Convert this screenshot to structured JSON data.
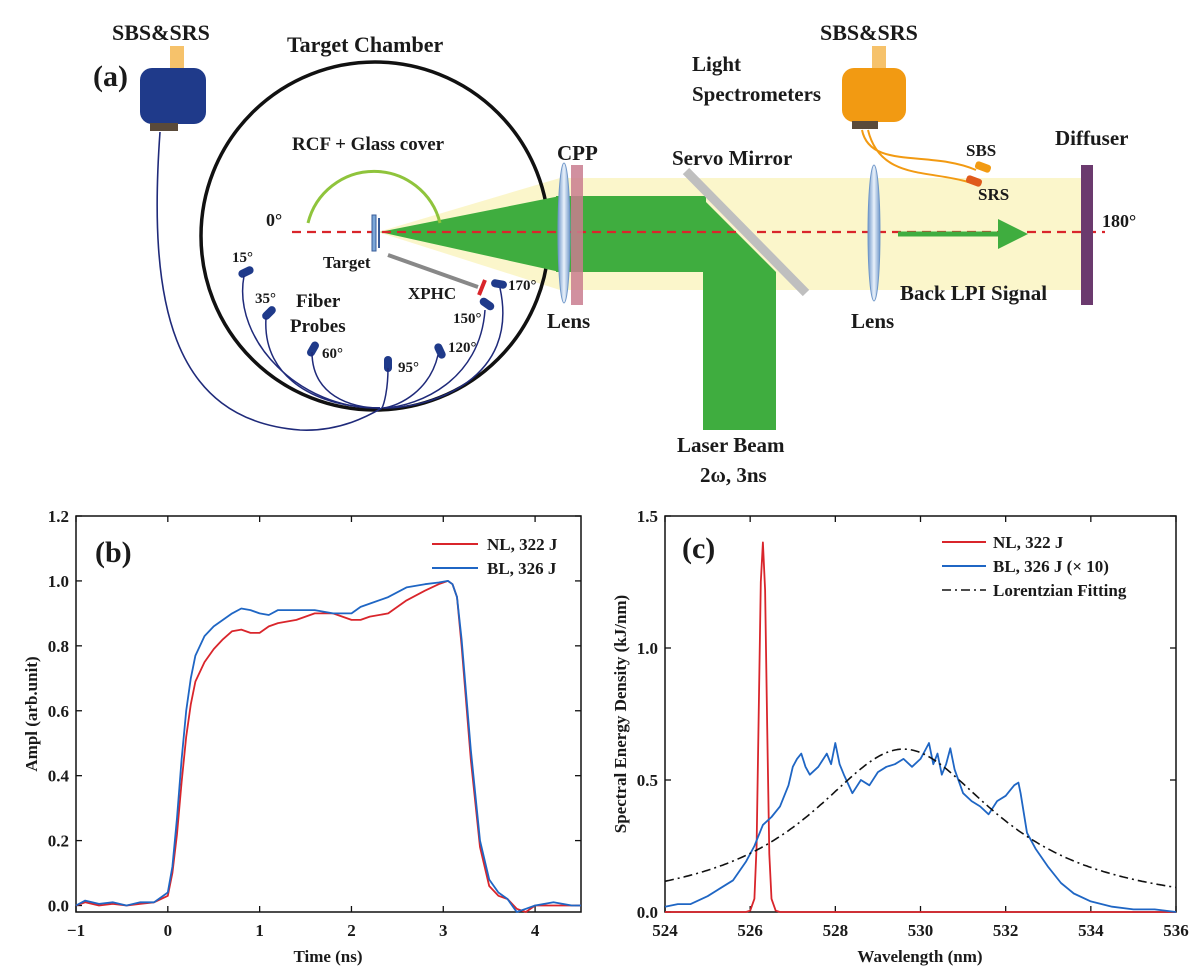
{
  "panel_a": {
    "label": "(a)",
    "sbs_srs_left": "SBS&SRS",
    "sbs_srs_right": "SBS&SRS",
    "target_chamber": "Target Chamber",
    "rcf_cover": "RCF + Glass cover",
    "angle_0": "0°",
    "angle_15": "15°",
    "angle_35": "35°",
    "angle_60": "60°",
    "angle_95": "95°",
    "angle_120": "120°",
    "angle_150": "150°",
    "angle_170": "170°",
    "angle_180": "180°",
    "target": "Target",
    "xphc": "XPHC",
    "fiber_probes_1": "Fiber",
    "fiber_probes_2": "Probes",
    "cpp": "CPP",
    "lens_left": "Lens",
    "lens_right": "Lens",
    "servo_mirror": "Servo Mirror",
    "light_spec_1": "Light",
    "light_spec_2": "Spectrometers",
    "sbs": "SBS",
    "srs": "SRS",
    "diffuser": "Diffuser",
    "back_lpi": "Back LPI Signal",
    "laser_beam_1": "Laser Beam",
    "laser_beam_2": "2ω, 3ns",
    "colors": {
      "beam_green": "#3fad3f",
      "halo": "#fbf6c8",
      "dashed_red": "#d9252b",
      "spectrometer_blue": "#1f3a8a",
      "spectrometer_orange": "#f29a12",
      "cpp_pink": "#c97c8f",
      "diffuser_purple": "#6b3a6e"
    }
  },
  "chart_data": [
    {
      "type": "line",
      "panel": "(b)",
      "xlabel": "Time (ns)",
      "ylabel": "Ampl (arb.unit)",
      "xlim": [
        -1,
        4.5
      ],
      "ylim": [
        -0.02,
        1.2
      ],
      "xticks": [
        -1,
        0,
        1,
        2,
        3,
        4
      ],
      "xtick_labels": [
        "−1",
        "0",
        "1",
        "2",
        "3",
        "4"
      ],
      "yticks": [
        0.0,
        0.2,
        0.4,
        0.6,
        0.8,
        1.0,
        1.2
      ],
      "ytick_labels": [
        "0.0",
        "0.2",
        "0.4",
        "0.6",
        "0.8",
        "1.0",
        "1.2"
      ],
      "legend_position": "top-right",
      "series": [
        {
          "name": "NL, 322 J",
          "color": "#d9252b",
          "x": [
            -1.0,
            -0.9,
            -0.75,
            -0.6,
            -0.45,
            -0.3,
            -0.15,
            0.0,
            0.05,
            0.1,
            0.15,
            0.2,
            0.25,
            0.3,
            0.4,
            0.5,
            0.6,
            0.7,
            0.8,
            0.9,
            1.0,
            1.1,
            1.2,
            1.4,
            1.6,
            1.8,
            2.0,
            2.1,
            2.2,
            2.4,
            2.6,
            2.8,
            2.95,
            3.05,
            3.1,
            3.15,
            3.2,
            3.3,
            3.4,
            3.5,
            3.6,
            3.7,
            3.8,
            3.9,
            4.0,
            4.2,
            4.4,
            4.5
          ],
          "y": [
            0.0,
            0.01,
            0.0,
            0.005,
            0.0,
            0.005,
            0.01,
            0.03,
            0.1,
            0.22,
            0.38,
            0.52,
            0.62,
            0.69,
            0.75,
            0.79,
            0.82,
            0.845,
            0.85,
            0.84,
            0.84,
            0.86,
            0.87,
            0.88,
            0.9,
            0.9,
            0.88,
            0.88,
            0.89,
            0.9,
            0.94,
            0.97,
            0.99,
            1.0,
            0.99,
            0.95,
            0.8,
            0.45,
            0.18,
            0.06,
            0.03,
            0.02,
            -0.01,
            -0.02,
            0.0,
            0.0,
            0.0,
            0.0
          ]
        },
        {
          "name": "BL, 326 J",
          "color": "#1f66c4",
          "x": [
            -1.0,
            -0.9,
            -0.75,
            -0.6,
            -0.45,
            -0.3,
            -0.15,
            0.0,
            0.05,
            0.1,
            0.15,
            0.2,
            0.25,
            0.3,
            0.4,
            0.5,
            0.6,
            0.7,
            0.8,
            0.9,
            1.0,
            1.1,
            1.2,
            1.4,
            1.6,
            1.8,
            2.0,
            2.1,
            2.2,
            2.4,
            2.6,
            2.8,
            2.95,
            3.05,
            3.1,
            3.15,
            3.2,
            3.3,
            3.4,
            3.5,
            3.6,
            3.7,
            3.8,
            3.9,
            4.0,
            4.2,
            4.4,
            4.5
          ],
          "y": [
            0.0,
            0.015,
            0.005,
            0.01,
            0.0,
            0.01,
            0.01,
            0.04,
            0.12,
            0.27,
            0.45,
            0.6,
            0.7,
            0.77,
            0.83,
            0.86,
            0.88,
            0.9,
            0.915,
            0.91,
            0.9,
            0.895,
            0.91,
            0.91,
            0.91,
            0.9,
            0.9,
            0.92,
            0.93,
            0.95,
            0.98,
            0.99,
            0.995,
            1.0,
            0.99,
            0.95,
            0.82,
            0.48,
            0.2,
            0.08,
            0.04,
            0.02,
            -0.02,
            -0.01,
            0.0,
            0.01,
            0.0,
            0.0
          ]
        }
      ]
    },
    {
      "type": "line",
      "panel": "(c)",
      "xlabel": "Wavelength (nm)",
      "ylabel": "Spectral Energy Density (kJ/nm)",
      "xlim": [
        524,
        536
      ],
      "ylim": [
        0,
        1.5
      ],
      "xticks": [
        524,
        526,
        528,
        530,
        532,
        534,
        536
      ],
      "xtick_labels": [
        "524",
        "526",
        "528",
        "530",
        "532",
        "534",
        "536"
      ],
      "yticks": [
        0.0,
        0.5,
        1.0,
        1.5
      ],
      "ytick_labels": [
        "0.0",
        "0.5",
        "1.0",
        "1.5"
      ],
      "legend_position": "top-right",
      "series": [
        {
          "name": "NL, 322 J",
          "color": "#d9252b",
          "style": "solid",
          "x": [
            524.0,
            525.9,
            526.0,
            526.1,
            526.15,
            526.2,
            526.25,
            526.3,
            526.35,
            526.4,
            526.45,
            526.5,
            526.6,
            526.7,
            536.0
          ],
          "y": [
            0.0,
            0.0,
            0.005,
            0.05,
            0.25,
            0.75,
            1.25,
            1.4,
            1.22,
            0.7,
            0.22,
            0.05,
            0.005,
            0.0,
            0.0
          ]
        },
        {
          "name": "BL, 326 J (× 10)",
          "color": "#1f66c4",
          "style": "solid",
          "x": [
            524.0,
            524.3,
            524.6,
            525.0,
            525.3,
            525.6,
            525.9,
            526.1,
            526.3,
            526.5,
            526.7,
            526.9,
            527.0,
            527.1,
            527.2,
            527.3,
            527.4,
            527.6,
            527.8,
            527.9,
            528.0,
            528.1,
            528.2,
            528.4,
            528.6,
            528.8,
            529.0,
            529.2,
            529.4,
            529.6,
            529.8,
            530.0,
            530.1,
            530.2,
            530.3,
            530.4,
            530.5,
            530.6,
            530.7,
            530.8,
            531.0,
            531.2,
            531.4,
            531.6,
            531.8,
            532.0,
            532.1,
            532.2,
            532.3,
            532.35,
            532.5,
            532.7,
            533.0,
            533.3,
            533.6,
            534.0,
            534.5,
            535.0,
            535.5,
            536.0
          ],
          "y": [
            0.02,
            0.03,
            0.03,
            0.06,
            0.09,
            0.12,
            0.19,
            0.25,
            0.33,
            0.36,
            0.4,
            0.48,
            0.55,
            0.58,
            0.6,
            0.55,
            0.52,
            0.55,
            0.6,
            0.56,
            0.64,
            0.56,
            0.52,
            0.45,
            0.5,
            0.48,
            0.53,
            0.55,
            0.56,
            0.58,
            0.55,
            0.58,
            0.61,
            0.64,
            0.56,
            0.6,
            0.52,
            0.56,
            0.62,
            0.54,
            0.45,
            0.42,
            0.4,
            0.37,
            0.42,
            0.44,
            0.46,
            0.48,
            0.49,
            0.45,
            0.3,
            0.24,
            0.17,
            0.11,
            0.07,
            0.04,
            0.02,
            0.01,
            0.01,
            0.0
          ]
        },
        {
          "name": "Lorentzian Fitting",
          "color": "#111111",
          "style": "dashdot",
          "lorentzian": {
            "center": 529.6,
            "fwhm": 5.4,
            "amplitude": 0.617,
            "offset": 0.0
          }
        }
      ]
    }
  ]
}
